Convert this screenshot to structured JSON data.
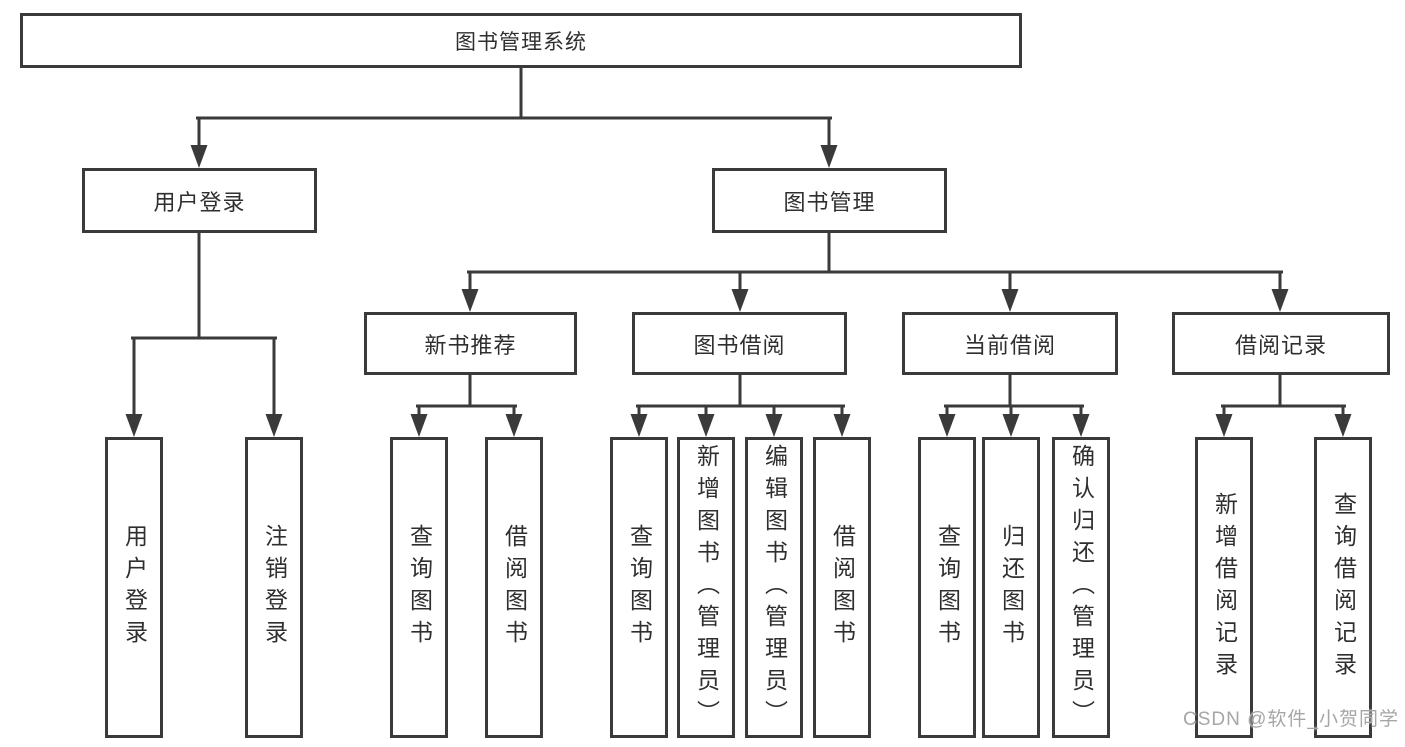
{
  "diagram": {
    "root": {
      "label": "图书管理系统"
    },
    "level2": [
      {
        "label": "用户登录"
      },
      {
        "label": "图书管理"
      }
    ],
    "user_login_children": [
      {
        "label": "用户登录"
      },
      {
        "label": "注销登录"
      }
    ],
    "book_mgmt_children": [
      {
        "label": "新书推荐",
        "children": [
          {
            "label": "查询图书"
          },
          {
            "label": "借阅图书"
          }
        ]
      },
      {
        "label": "图书借阅",
        "children": [
          {
            "label": "查询图书"
          },
          {
            "label": "新增图书（管理员）"
          },
          {
            "label": "编辑图书（管理员）"
          },
          {
            "label": "借阅图书"
          }
        ]
      },
      {
        "label": "当前借阅",
        "children": [
          {
            "label": "查询图书"
          },
          {
            "label": "归还图书"
          },
          {
            "label": "确认归还（管理员）"
          }
        ]
      },
      {
        "label": "借阅记录",
        "children": [
          {
            "label": "新增借阅记录"
          },
          {
            "label": "查询借阅记录"
          }
        ]
      }
    ]
  },
  "watermark": {
    "text": "CSDN @软件_小贺同学"
  },
  "colors": {
    "line": "#3a3a3a",
    "box_border": "#3a3a3a",
    "text": "#2f2f2f",
    "watermark": "#a6a6a6",
    "background": "#ffffff"
  }
}
